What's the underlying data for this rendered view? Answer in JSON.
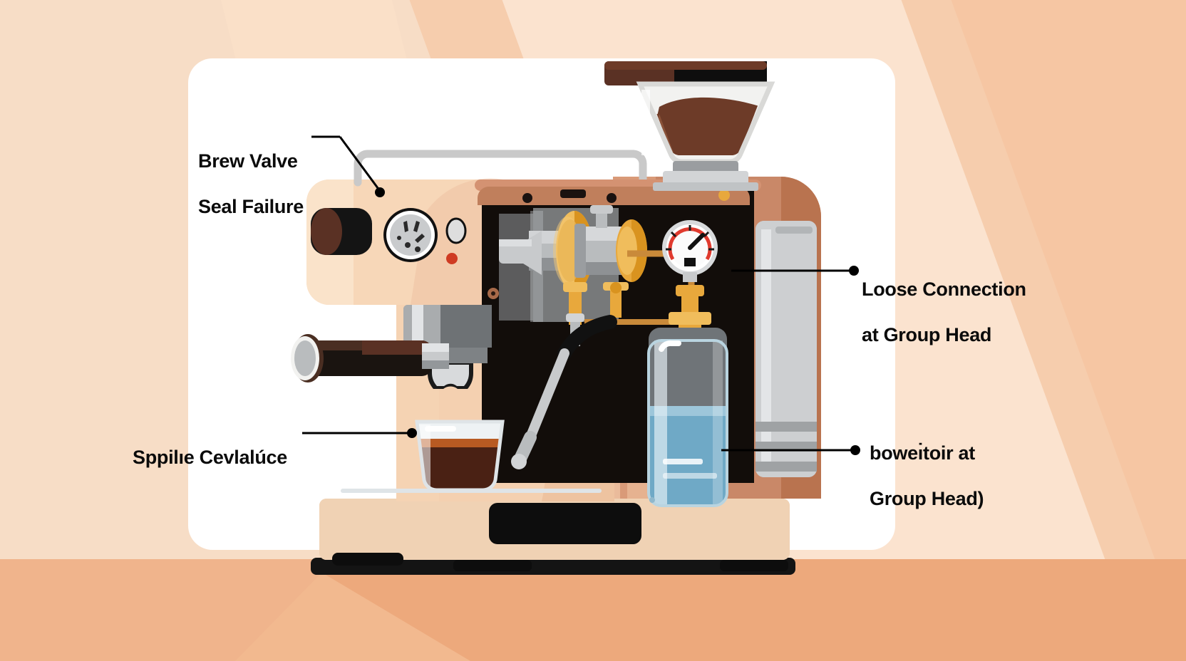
{
  "illustration": {
    "subject": "espresso-machine-cutaway-diagram",
    "style": "flat-vector",
    "background": {
      "wall_left": "#f7ddc6",
      "wall_right": "#f6c6a3",
      "light_shaft": "#fbe3cf",
      "floor": "#f2b98f",
      "floor_shadow": "#eda97c",
      "card": "#ffffff"
    }
  },
  "annotations": [
    {
      "id": "brew-valve-seal-failure",
      "line1": "Brew Valve",
      "line2": "Seal Failure",
      "position": "top-left",
      "marker": "dot"
    },
    {
      "id": "garbled-bottom-left",
      "line1": "Sppilıe Cevlalúce",
      "line2": "",
      "position": "bottom-left",
      "marker": "dot"
    },
    {
      "id": "loose-connection-group-head",
      "line1": "Loose Connection",
      "line2": "at Group Head",
      "position": "top-right",
      "marker": "dot"
    },
    {
      "id": "garbled-bottom-right",
      "line1": "boweı̇toir at",
      "line2": "Group Head)",
      "position": "bottom-right",
      "marker": "dot"
    }
  ],
  "machine_parts": {
    "bean_hopper": "bean-hopper",
    "grinder_lid": "grinder-lid",
    "coffee_beans_color": "#6d3b28",
    "body_color": "#c98868",
    "body_light": "#f5cdae",
    "cutaway_interior": "#120d0a",
    "brass_color": "#e8a83c",
    "steel_color": "#b9bcbe",
    "water_tank_water": "#6fa9c6",
    "water_tank_air": "#6f7478",
    "pressure_gauge": "pressure-gauge",
    "gauge_arc_color": "#e03b2f",
    "portafilter": "portafilter",
    "group_head": "group-head",
    "espresso_cup": "espresso-cup",
    "espresso_color": "#4a2114",
    "crema_color": "#b85a22",
    "drip_tray": "drip-tray",
    "steam_wand": "steam-wand",
    "control_knob": "control-knob",
    "indicator_light": "#cf3b22"
  }
}
